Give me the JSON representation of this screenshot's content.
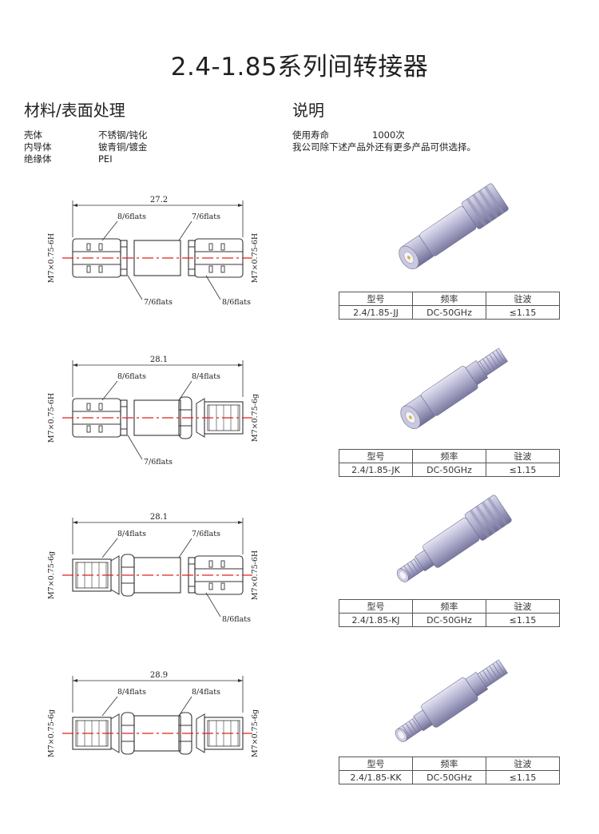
{
  "title": "2.4-1.85系列间转接器",
  "materials": {
    "heading": "材料/表面处理",
    "rows": [
      {
        "part": "壳体",
        "value": "不锈钢/钝化"
      },
      {
        "part": "内导体",
        "value": "铍青铜/镀金"
      },
      {
        "part": "绝缘体",
        "value": "PEI"
      }
    ]
  },
  "description": {
    "heading": "说明",
    "life_label": "使用寿命",
    "life_value": "1000次",
    "note": "我公司除下述产品外还有更多产品可供选择。"
  },
  "spec_headers": [
    "型号",
    "频率",
    "驻波"
  ],
  "products": [
    {
      "model": "2.4/1.85-JJ",
      "freq": "DC-50GHz",
      "vswr": "≤1.15",
      "length": "27.2",
      "left_thread": "M7×0.75-6H",
      "right_thread": "M7×0.75-6H",
      "label_left_top": "8/6flats",
      "label_right_top": "7/6flats",
      "label_left_bottom": "7/6flats",
      "label_right_bottom": "8/6flats"
    },
    {
      "model": "2.4/1.85-JK",
      "freq": "DC-50GHz",
      "vswr": "≤1.15",
      "length": "28.1",
      "left_thread": "M7×0.75-6H",
      "right_thread": "M7×0.75-6g",
      "label_left_top": "8/6flats",
      "label_right_top": "8/4flats",
      "label_left_bottom": "7/6flats",
      "label_right_bottom": ""
    },
    {
      "model": "2.4/1.85-KJ",
      "freq": "DC-50GHz",
      "vswr": "≤1.15",
      "length": "28.1",
      "left_thread": "M7×0.75-6g",
      "right_thread": "M7×0.75-6H",
      "label_left_top": "8/4flats",
      "label_right_top": "7/6flats",
      "label_left_bottom": "",
      "label_right_bottom": "8/6flats"
    },
    {
      "model": "2.4/1.85-KK",
      "freq": "DC-50GHz",
      "vswr": "≤1.15",
      "length": "28.9",
      "left_thread": "M7×0.75-6g",
      "right_thread": "M7×0.75-6g",
      "label_left_top": "8/4flats",
      "label_right_top": "8/4flats",
      "label_left_bottom": "",
      "label_right_bottom": ""
    }
  ],
  "colors": {
    "centerline": "#e0201c",
    "drawing": "#333333",
    "metal": "#b9b8d3"
  }
}
